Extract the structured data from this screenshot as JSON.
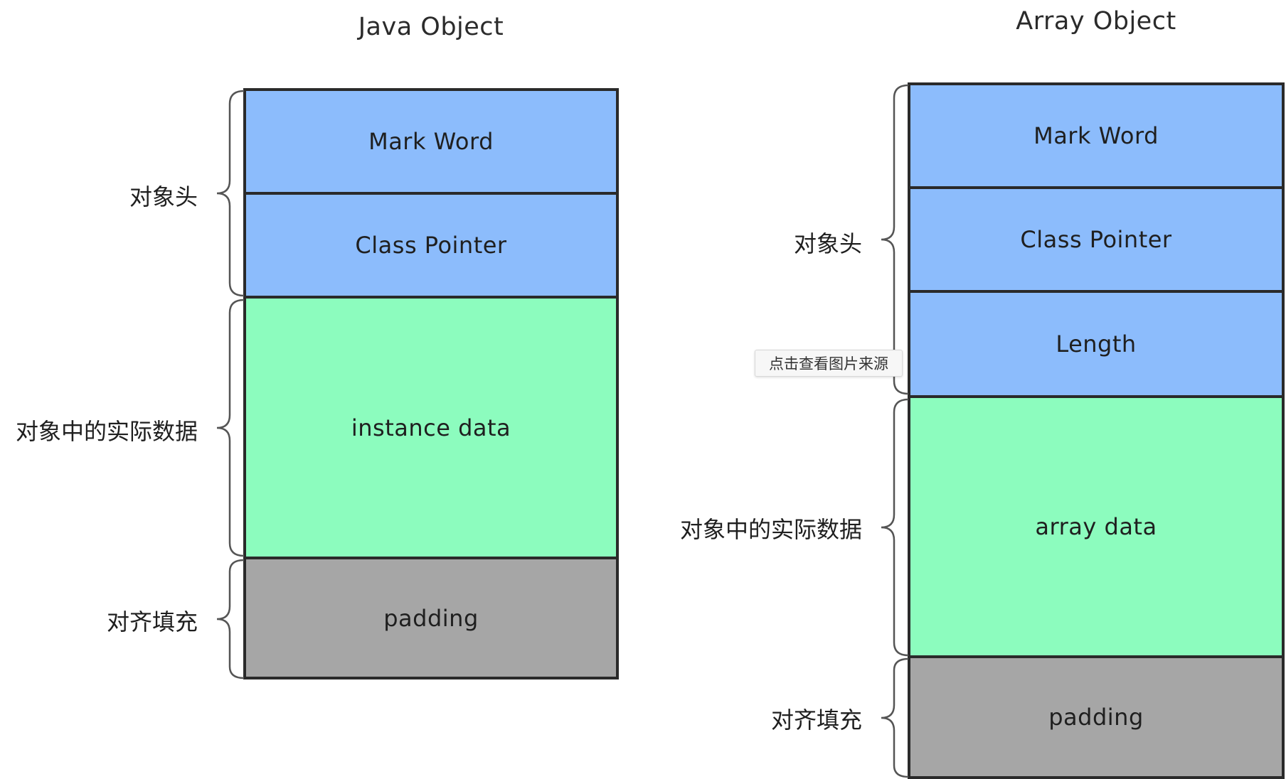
{
  "java_object": {
    "title": "Java Object",
    "blocks": {
      "mark_word": "Mark Word",
      "class_pointer": "Class Pointer",
      "instance_data": "instance data",
      "padding": "padding"
    },
    "labels": {
      "header": "对象头",
      "data": "对象中的实际数据",
      "padding": "对齐填充"
    }
  },
  "array_object": {
    "title": "Array Object",
    "blocks": {
      "mark_word": "Mark Word",
      "class_pointer": "Class Pointer",
      "length": "Length",
      "array_data": "array data",
      "padding": "padding"
    },
    "labels": {
      "header": "对象头",
      "data": "对象中的实际数据",
      "padding": "对齐填充"
    }
  },
  "tooltip": {
    "text": "点击查看图片来源"
  },
  "colors": {
    "header_block": "#8cbcfc",
    "data_block": "#8cfcbe",
    "padding_block": "#a6a6a6",
    "border": "#2a2a2a"
  }
}
